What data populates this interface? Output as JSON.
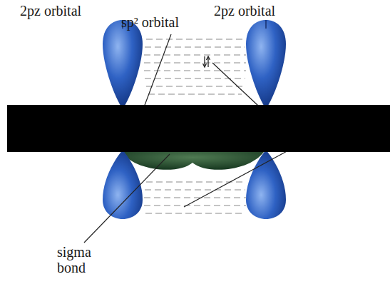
{
  "diagram": {
    "labels": [
      "2pz orbital",
      "sp² orbital",
      "2pz orbital",
      "sigma bond"
    ]
  }
}
